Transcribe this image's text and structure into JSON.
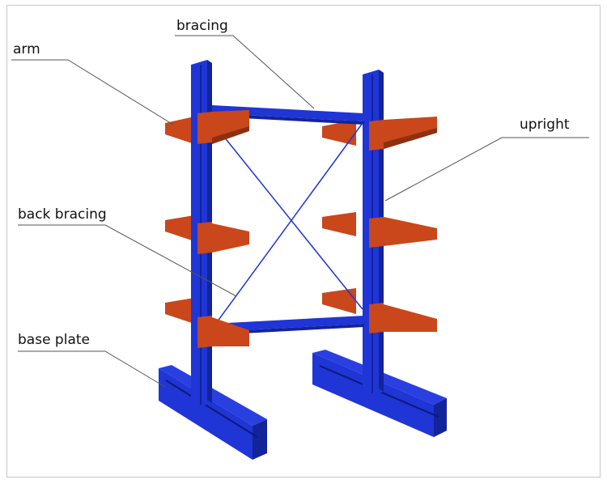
{
  "labels": {
    "bracing": "bracing",
    "arm": "arm",
    "upright": "upright",
    "back_bracing": "back bracing",
    "base_plate": "base plate"
  },
  "colors": {
    "upright": "#1f35d6",
    "upright_shade": "#13239a",
    "arm": "#c9471b",
    "arm_shade": "#8e2f10",
    "leader_line": "#555555"
  }
}
